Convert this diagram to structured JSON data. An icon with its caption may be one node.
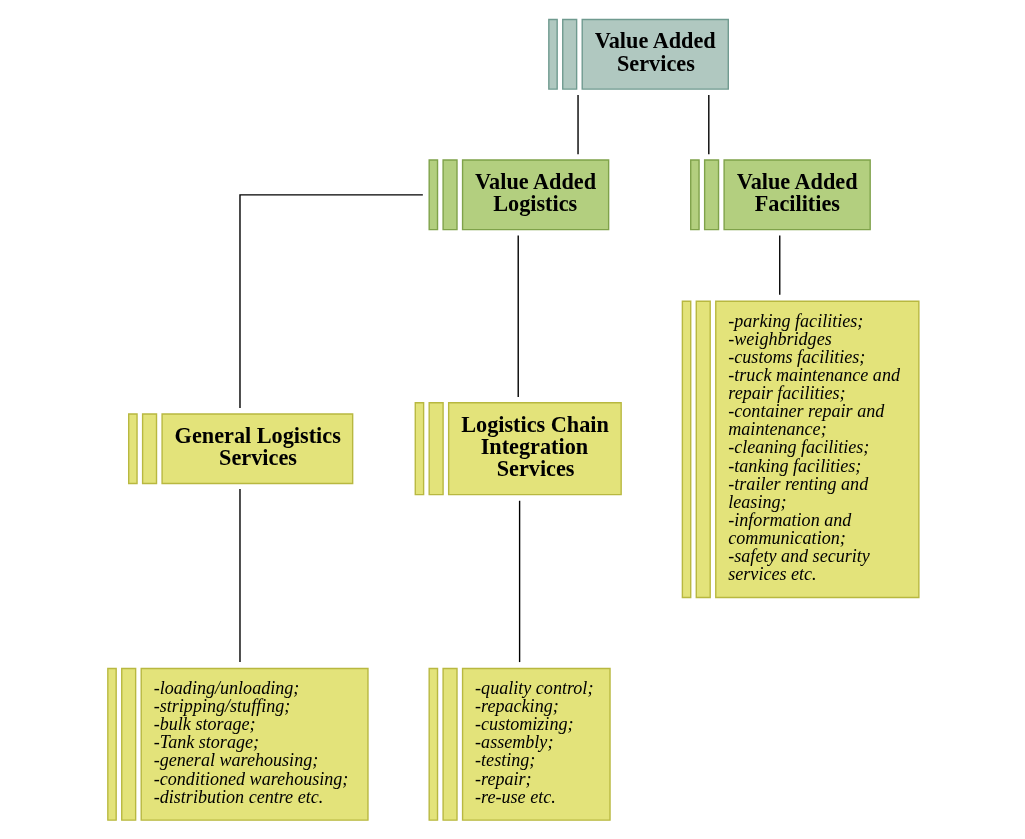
{
  "diagram": {
    "nodes": [
      {
        "text": [
          "Value Added Services"
        ]
      },
      {
        "text": [
          "Value Added Logistics"
        ]
      },
      {
        "text": [
          "Value Added Facilities"
        ]
      },
      {
        "text": [
          "General Logistics Services"
        ]
      },
      {
        "text": [
          "Logistics Chain Integration Services"
        ]
      },
      {
        "text": [
          "-parking facilities;",
          "-weighbridges",
          "-customs facilities;",
          "-truck maintenance and repair facilities;",
          "-container repair and maintenance;",
          "-cleaning facilities;",
          "-tanking facilities;",
          "-trailer renting and leasing;",
          "-information and communication;",
          "-safety and security services etc."
        ]
      },
      {
        "text": [
          "-loading/unloading;",
          "-stripping/stuffing;",
          "-bulk storage;",
          "-Tank storage;",
          "-general warehousing;",
          "-conditioned warehousing;",
          "-distribution centre etc."
        ]
      },
      {
        "text": [
          "-quality control;",
          "-repacking;",
          "-customizing;",
          "-assembly;",
          "-testing;",
          "-repair;",
          "-re-use etc."
        ]
      }
    ],
    "edges": [
      {
        "from": 0,
        "to": 1,
        "arrow": "none"
      },
      {
        "from": 0,
        "to": 2,
        "arrow": "none"
      },
      {
        "from": 1,
        "to": 3,
        "arrow": "none"
      },
      {
        "from": 1,
        "to": 4,
        "arrow": "none"
      },
      {
        "from": 2,
        "to": 5,
        "arrow": "none"
      },
      {
        "from": 3,
        "to": 6,
        "arrow": "none"
      },
      {
        "from": 4,
        "to": 7,
        "arrow": "none"
      }
    ]
  }
}
